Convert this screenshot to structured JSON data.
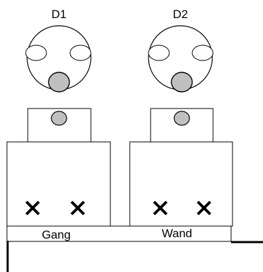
{
  "devices": [
    {
      "label": "D1"
    },
    {
      "label": "D2"
    }
  ],
  "bench": {
    "left_label": "Gang",
    "right_label": "Wand"
  },
  "colors": {
    "stroke": "#000000",
    "fill": "#ffffff",
    "knob": "#c0c0c0"
  },
  "markers": {
    "cross_symbol": "×"
  }
}
